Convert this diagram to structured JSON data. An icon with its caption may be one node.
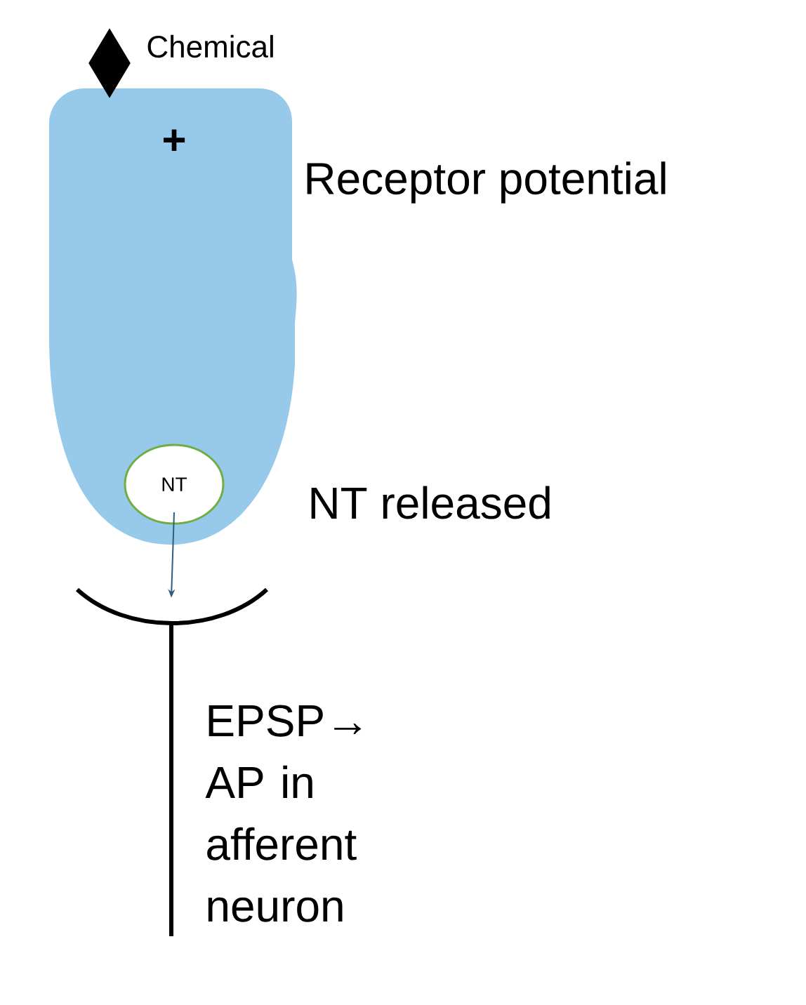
{
  "diagram": {
    "nodes": [
      {
        "text": [
          "+"
        ],
        "beside": [
          "Receptor potential"
        ]
      },
      {
        "text": [
          "NT"
        ],
        "in": 0,
        "beside": [
          "NT released"
        ]
      },
      {
        "text": [],
        "shape": "diamond",
        "beside": [
          "Chemical"
        ]
      },
      {
        "text": [],
        "shape": "arc"
      }
    ],
    "edges": [
      {
        "from": 1,
        "to": 3,
        "arrow": "to"
      }
    ],
    "labels": [
      "EPSP→ AP in afferent neuron"
    ]
  }
}
